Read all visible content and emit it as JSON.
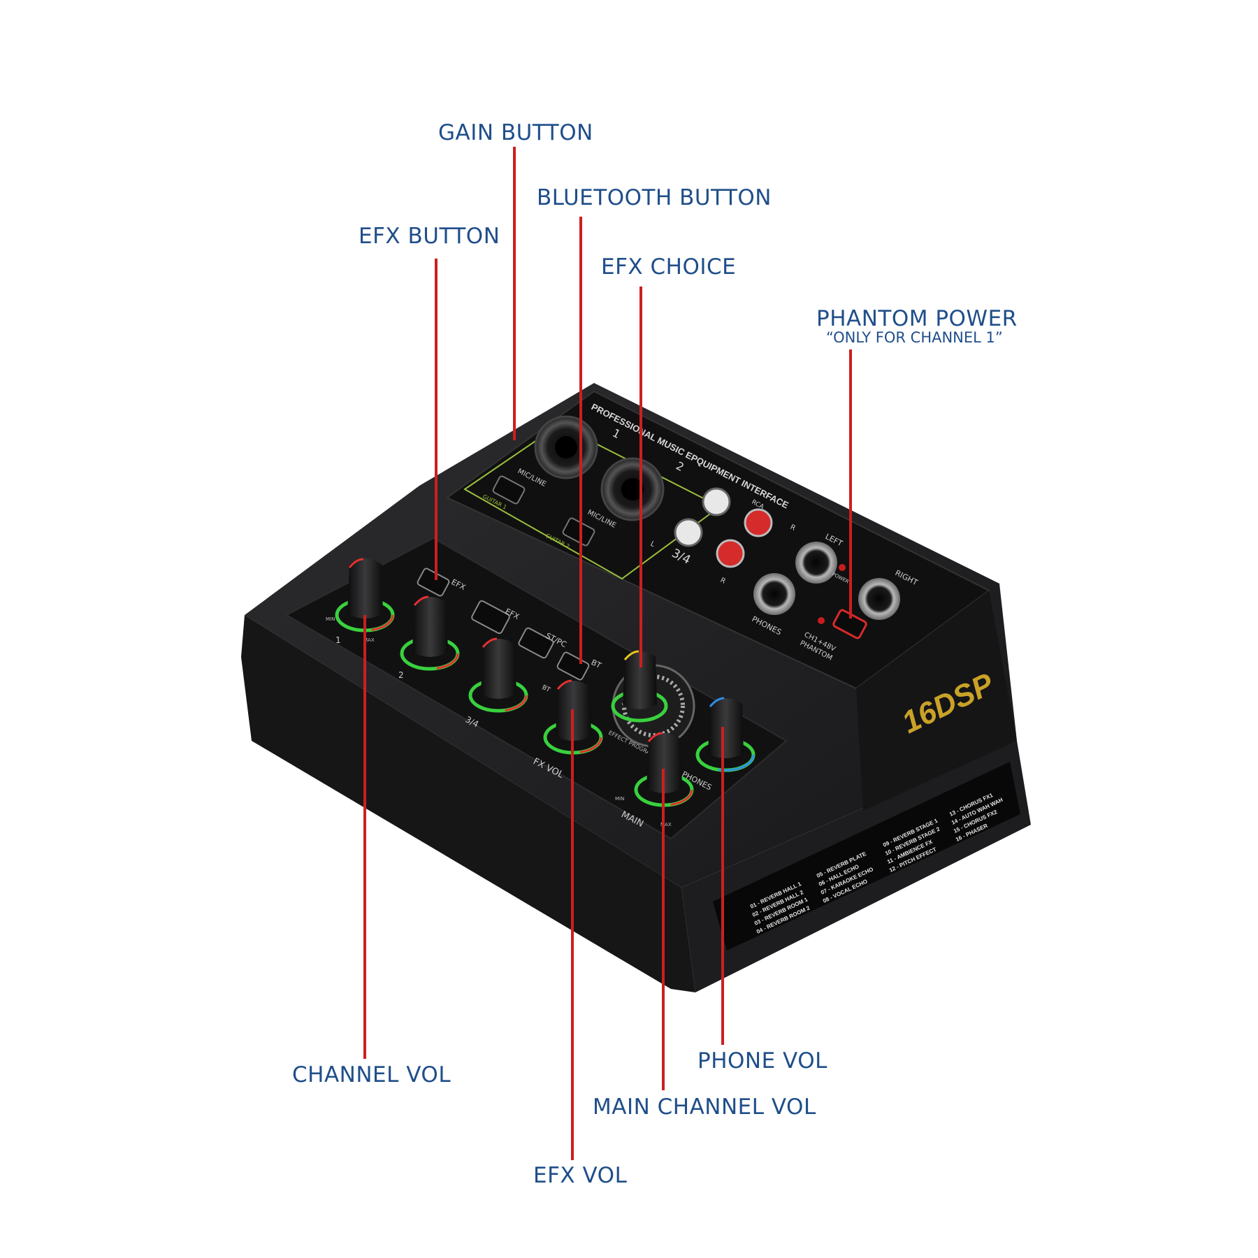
{
  "callouts": {
    "gain_button": "GAIN BUTTON",
    "bluetooth_button": "BLUETOOTH BUTTON",
    "efx_button": "EFX BUTTON",
    "efx_choice": "EFX CHOICE",
    "phantom_power": "PHANTOM POWER",
    "phantom_power_note": "“ONLY FOR CHANNEL 1”",
    "channel_vol": "CHANNEL VOL",
    "phone_vol": "PHONE VOL",
    "main_channel_vol": "MAIN  CHANNEL VOL",
    "efx_vol": "EFX VOL"
  },
  "device": {
    "panel_heading": "PROFESSIONAL MUSIC EPQUIPMENT INTERFACE",
    "brand": "16DSP",
    "inputs": {
      "ch1": "1",
      "ch2": "2",
      "mic_line": "MIC/LINE",
      "guitar1": "GUITAR 1",
      "guitar2": "GUITAR 2",
      "ch34": "3/4",
      "l": "L",
      "r": "R",
      "r2": "R",
      "rca_label": "RCA",
      "left": "LEFT",
      "right": "RIGHT",
      "power": "POWER",
      "phones": "PHONES",
      "phantom_line1": "CH1+48V",
      "phantom_line2": "PHANTOM"
    },
    "controls": {
      "min": "MIN",
      "max": "MAX",
      "ch1": "1",
      "ch2": "2",
      "ch34": "3/4",
      "efx": "EFX",
      "st_pc": "ST/PC",
      "bt": "BT",
      "fx_vol": "FX VOL",
      "main": "MAIN",
      "phones": "PHONES",
      "effect_program": "EFFECT PROGRAM"
    },
    "effects": [
      "01 - REVERB HALL 1",
      "02 - REVERB HALL 2",
      "03 - REVERB ROOM 1",
      "04 - REVERB ROOM 2",
      "05 - REVERB PLATE",
      "06 - HALL ECHO",
      "07 - KARAOKE ECHO",
      "08 - VOCAL ECHO",
      "09 - REVERB STAGE 1",
      "10 - REVERB STAGE 2",
      "11 - AMBIENCE FX",
      "12 - PITCH EFFECT",
      "13 - CHORUS FX1",
      "14 - AUTO WAH WAH",
      "15 - CHORUS FX2",
      "16 - PHASER"
    ]
  },
  "colors": {
    "label": "#1f4e8a",
    "leader": "#cc1f1f",
    "body": "#1b1b1c",
    "panel": "#111112",
    "panel_outline": "#9bbf3c",
    "brand_gold": "#c9a227",
    "ring_red": "#e53030",
    "ring_green": "#39d13e",
    "ring_yellow": "#e8c81c",
    "ring_blue": "#2f8fe8"
  }
}
